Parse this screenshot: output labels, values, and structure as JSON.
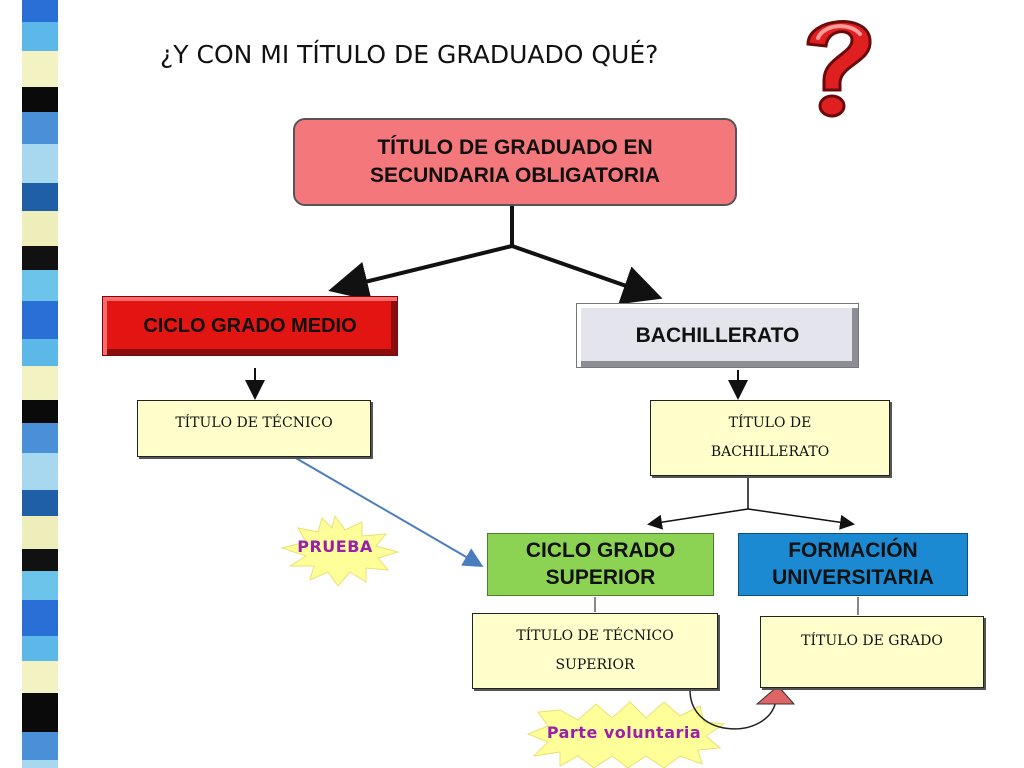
{
  "title": "¿Y CON MI TÍTULO DE GRADUADO QUÉ?",
  "nodes": {
    "root": {
      "line1": "TÍTULO DE GRADUADO EN",
      "line2": "SECUNDARIA OBLIGATORIA"
    },
    "ciclo_grado_medio": "CICLO GRADO MEDIO",
    "bachillerato": "BACHILLERATO",
    "titulo_tecnico": "TÍTULO DE TÉCNICO",
    "titulo_bachillerato": {
      "line1": "TÍTULO DE",
      "line2": "BACHILLERATO"
    },
    "ciclo_grado_superior": {
      "line1": "CICLO GRADO",
      "line2": "SUPERIOR"
    },
    "formacion_universitaria": {
      "line1": "FORMACIÓN",
      "line2": "UNIVERSITARIA"
    },
    "titulo_tecnico_superior": {
      "line1": "TÍTULO DE TÉCNICO",
      "line2": "SUPERIOR"
    },
    "titulo_grado": "TÍTULO DE GRADO"
  },
  "callouts": {
    "prueba": "PRUEBA",
    "parte_voluntaria": "Parte voluntaria"
  },
  "colors": {
    "root": "#f4777b",
    "ciclo_grado_medio": "#e31512",
    "bachillerato": "#e4e4ec",
    "ciclo_grado_superior": "#8cd253",
    "formacion_universitaria": "#1c8ad2",
    "notes": "#ffffcc",
    "callout_fill": "#ffff99",
    "callout_text": "#9b1fa8",
    "prueba_arrow": "#4a7cc0",
    "question_mark": "#e02020"
  },
  "icons": [
    "question-mark-icon"
  ]
}
